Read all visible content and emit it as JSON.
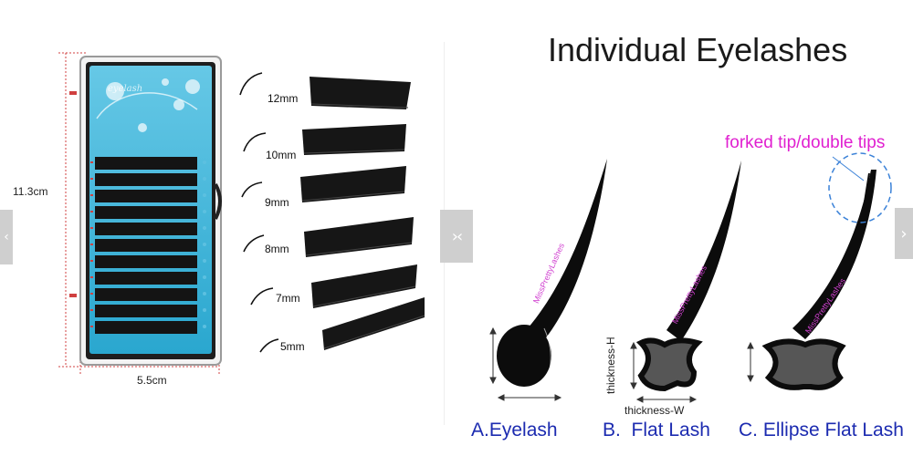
{
  "left_panel": {
    "height_label": "11.3cm",
    "width_label": "5.5cm",
    "box_brand": "eyelash",
    "lengths": [
      "12mm",
      "10mm",
      "9mm",
      "8mm",
      "7mm",
      "5mm"
    ]
  },
  "right_panel": {
    "title": "Individual Eyelashes",
    "annotation": "forked tip/double tips",
    "watermark": "MissPrettyLashes",
    "thickness_h_label": "thickness-H",
    "thickness_w_label": "thickness-W",
    "captions": [
      "A.Eyelash",
      "B.  Flat Lash",
      "C. Ellipse Flat Lash"
    ]
  },
  "nav": {
    "prev_left_icon": "chevron-left-icon",
    "carousel_arrows_icon": "double-chevron-icon",
    "next_right_icon": "chevron-right-icon"
  },
  "colors": {
    "caption": "#1c2bb0",
    "annotation": "#e020d0",
    "tray_bg": "#3fb4d6",
    "measure_red": "#d04040",
    "circle_dash": "#3b82d8",
    "nav_bg": "#cfcfcf"
  }
}
